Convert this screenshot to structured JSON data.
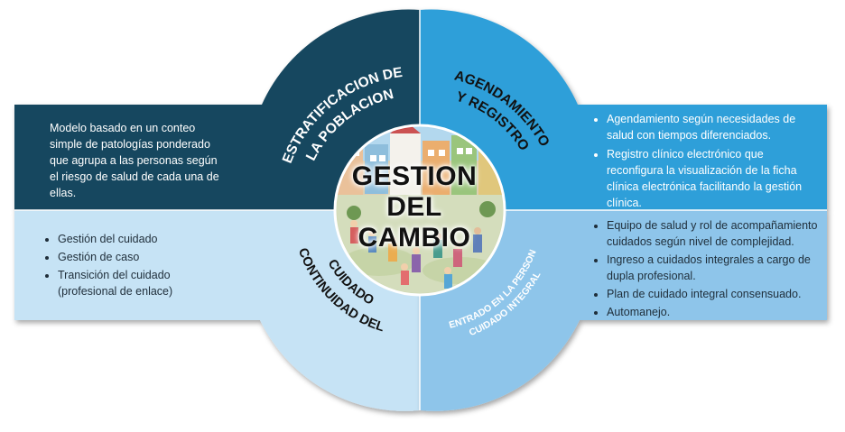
{
  "center": {
    "line1": "GESTION",
    "line2": "DEL",
    "line3": "CAMBIO"
  },
  "quadrants": {
    "top_left": {
      "title_line1": "ESTRATIFICACION DE",
      "title_line2": "LA POBLACION",
      "description": "Modelo basado en un conteo simple de patologías ponderado que  agrupa a las personas según el riesgo de salud de cada una de ellas."
    },
    "top_right": {
      "title_line1": "AGENDAMIENTO",
      "title_line2": "Y REGISTRO",
      "items": [
        "Agendamiento según necesidades de salud con tiempos diferenciados.",
        "Registro clínico electrónico que reconfigura la visualización de la ficha clínica electrónica facilitando la gestión clínica."
      ]
    },
    "bottom_left": {
      "title_line1": "CONTINUIDAD DEL",
      "title_line2": "CUIDADO",
      "items": [
        "Gestión del cuidado",
        "Gestión de caso",
        "Transición del cuidado (profesional de enlace)"
      ]
    },
    "bottom_right": {
      "title_line1": "CUIDADO INTEGRAL",
      "title_line2": "CENTRADO EN LA PERSONA",
      "items": [
        "Equipo de salud y rol de acompañamiento cuidados según nivel de complejidad.",
        "Ingreso a cuidados integrales a cargo de dupla profesional.",
        "Plan de cuidado integral consensuado.",
        "Automanejo."
      ]
    }
  },
  "colors": {
    "dark_navy": "#17475f",
    "bright_blue": "#2e9fd9",
    "light_blue": "#c6e3f5",
    "mid_blue": "#8ec5ea"
  }
}
